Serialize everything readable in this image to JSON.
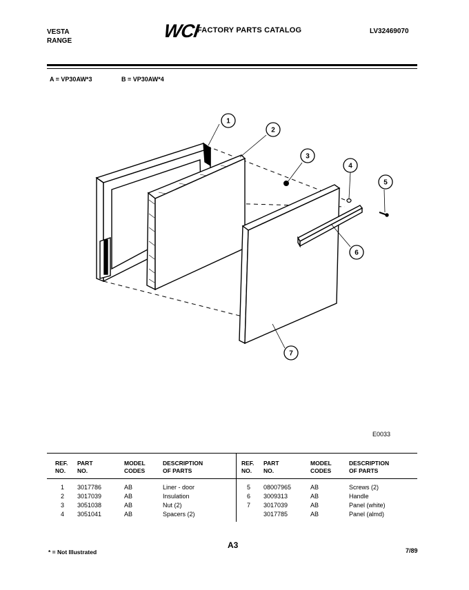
{
  "header": {
    "brand": "VESTA",
    "product": "RANGE",
    "logo": "WCI",
    "catalog_title": "FACTORY PARTS CATALOG",
    "catalog_number": "LV32469070"
  },
  "models": {
    "a": "A = VP30AW*3",
    "b": "B = VP30AW*4"
  },
  "diagram": {
    "callouts": [
      "1",
      "2",
      "3",
      "4",
      "5",
      "6",
      "7"
    ],
    "code": "E0033"
  },
  "parts_table": {
    "headers": {
      "ref": "REF.\nNO.",
      "part": "PART\nNO.",
      "model": "MODEL\nCODES",
      "desc": "DESCRIPTION\nOF PARTS"
    },
    "left": [
      {
        "ref": "1",
        "part": "3017786",
        "model": "AB",
        "desc": "Liner - door"
      },
      {
        "ref": "2",
        "part": "3017039",
        "model": "AB",
        "desc": "Insulation"
      },
      {
        "ref": "3",
        "part": "3051038",
        "model": "AB",
        "desc": "Nut (2)"
      },
      {
        "ref": "4",
        "part": "3051041",
        "model": "AB",
        "desc": "Spacers (2)"
      }
    ],
    "right": [
      {
        "ref": "5",
        "part": "08007965",
        "model": "AB",
        "desc": "Screws (2)"
      },
      {
        "ref": "6",
        "part": "3009313",
        "model": "AB",
        "desc": "Handle"
      },
      {
        "ref": "7",
        "part": "3017039",
        "model": "AB",
        "desc": "Panel (white)"
      },
      {
        "ref": "",
        "part": "3017785",
        "model": "AB",
        "desc": "Panel (almd)"
      }
    ]
  },
  "footer": {
    "note": "* = Not Illustrated",
    "page": "A3",
    "date": "7/89"
  }
}
